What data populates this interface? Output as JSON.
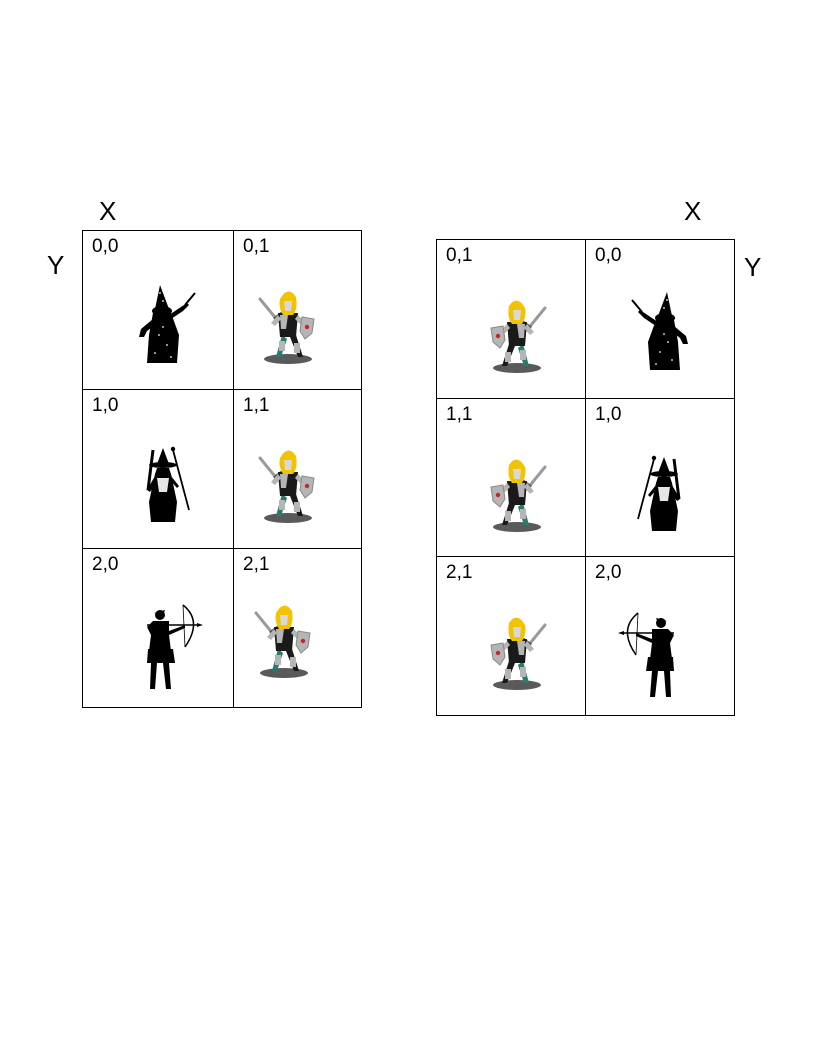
{
  "left_diagram": {
    "x_label": "X",
    "y_label": "Y",
    "cells": [
      {
        "coord": "0,0",
        "character": "wizard-icon"
      },
      {
        "coord": "0,1",
        "character": "knight-icon"
      },
      {
        "coord": "1,0",
        "character": "mage-icon"
      },
      {
        "coord": "1,1",
        "character": "knight-icon"
      },
      {
        "coord": "2,0",
        "character": "archer-icon"
      },
      {
        "coord": "2,1",
        "character": "knight-icon"
      }
    ]
  },
  "right_diagram": {
    "x_label": "X",
    "y_label": "Y",
    "cells": [
      {
        "coord": "0,1",
        "character": "knight-icon"
      },
      {
        "coord": "0,0",
        "character": "wizard-icon"
      },
      {
        "coord": "1,1",
        "character": "knight-icon"
      },
      {
        "coord": "1,0",
        "character": "mage-icon"
      },
      {
        "coord": "2,1",
        "character": "knight-icon"
      },
      {
        "coord": "2,0",
        "character": "archer-icon"
      }
    ]
  },
  "colors": {
    "knight_hair": "#f2c300",
    "knight_armor": "#b5b5b5",
    "knight_accent": "#c0282d",
    "knight_leg": "#2a7a6e",
    "shadow": "#5a5a5a",
    "silhouette": "#000000"
  }
}
